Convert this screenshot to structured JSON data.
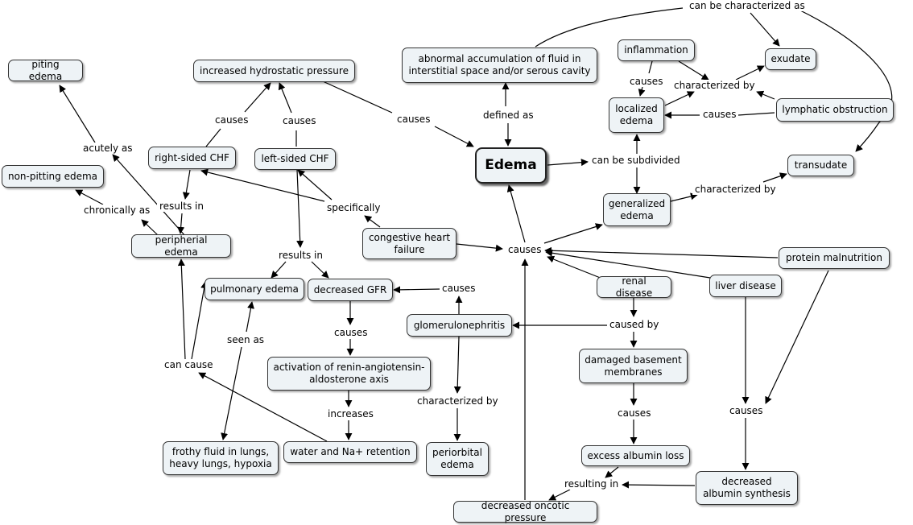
{
  "concept_map": {
    "center_concept": "Edema",
    "concepts": {
      "abnormal_accumulation": "abnormal accumulation of fluid in interstitial space and/or serous cavity",
      "inflammation": "inflammation",
      "exudate": "exudate",
      "localized_edema": "localized edema",
      "lymphatic_obstruction": "lymphatic obstruction",
      "transudate": "transudate",
      "generalized_edema": "generalized edema",
      "piting_edema": "piting edema",
      "increased_hydrostatic_pressure": "increased hydrostatic pressure",
      "non_pitting_edema": "non-pitting edema",
      "right_sided_chf": "right-sided CHF",
      "left_sided_chf": "left-sided CHF",
      "peripherial_edema": "peripherial edema",
      "congestive_heart_failure": "congestive heart failure",
      "protein_malnutrition": "protein malnutrition",
      "renal_disease": "renal disease",
      "liver_disease": "liver disease",
      "pulmonary_edema": "pulmonary edema",
      "decreased_gfr": "decreased GFR",
      "glomerulonephritis": "glomerulonephritis",
      "damaged_basement_membranes": "damaged basement membranes",
      "raas": "activation of renin-angiotensin-aldosterone axis",
      "frothy_fluid": "frothy fluid in lungs, heavy lungs, hypoxia",
      "water_na_retention": "water and Na+ retention",
      "periorbital_edema": "periorbital edema",
      "excess_albumin_loss": "excess albumin loss",
      "decreased_albumin_synthesis": "decreased albumin synthesis",
      "decreased_oncotic_pressure": "decreased oncotic pressure"
    },
    "linking_phrases": {
      "can_be_characterized_as": "can be characterized as",
      "causes_inflammation": "causes",
      "characterized_by_top": "characterized by",
      "causes_lymphatic": "causes",
      "defined_as": "defined as",
      "can_be_subdivided": "can be subdivided",
      "characterized_by_generalized": "characterized by",
      "causes_hydrostatic_left": "causes",
      "causes_hydrostatic_right": "causes",
      "causes_to_edema": "causes",
      "acutely_as": "acutely as",
      "chronically_as": "chronically as",
      "results_in_right": "results in",
      "specifically": "specifically",
      "results_in_left": "results in",
      "causes_main": "causes",
      "causes_glomerulo": "causes",
      "caused_by": "caused by",
      "causes_gfr": "causes",
      "seen_as": "seen as",
      "can_cause": "can cause",
      "characterized_by_glomerulo": "characterized by",
      "increases": "increases",
      "causes_basement": "causes",
      "causes_liver": "causes",
      "resulting_in": "resulting in"
    }
  }
}
